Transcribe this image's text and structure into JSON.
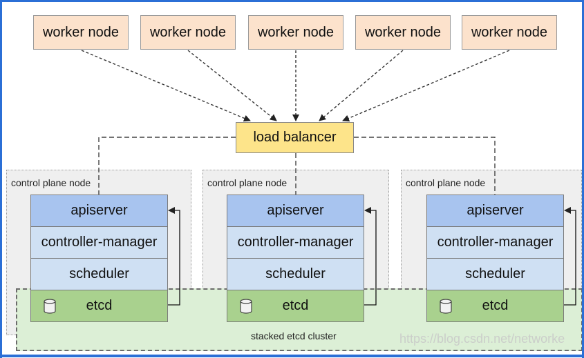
{
  "workers": [
    "worker node",
    "worker node",
    "worker node",
    "worker node",
    "worker node"
  ],
  "load_balancer": "load balancer",
  "control_planes": [
    {
      "label": "control plane node",
      "apiserver": "apiserver",
      "controller_manager": "controller-manager",
      "scheduler": "scheduler",
      "etcd": "etcd"
    },
    {
      "label": "control plane node",
      "apiserver": "apiserver",
      "controller_manager": "controller-manager",
      "scheduler": "scheduler",
      "etcd": "etcd"
    },
    {
      "label": "control plane node",
      "apiserver": "apiserver",
      "controller_manager": "controller-manager",
      "scheduler": "scheduler",
      "etcd": "etcd"
    }
  ],
  "etcd_cluster_label": "stacked etcd cluster",
  "watermark": "https://blog.csdn.net/networke",
  "colors": {
    "worker": "#fce2cc",
    "load_balancer": "#fde48a",
    "apiserver": "#a8c4ef",
    "component": "#cfe0f3",
    "etcd": "#a9d18e",
    "etcd_cluster": "#dcefd6",
    "control_plane_zone": "#efefef",
    "frame": "#2b6fd6"
  },
  "icons": {
    "etcd": "database-icon"
  }
}
